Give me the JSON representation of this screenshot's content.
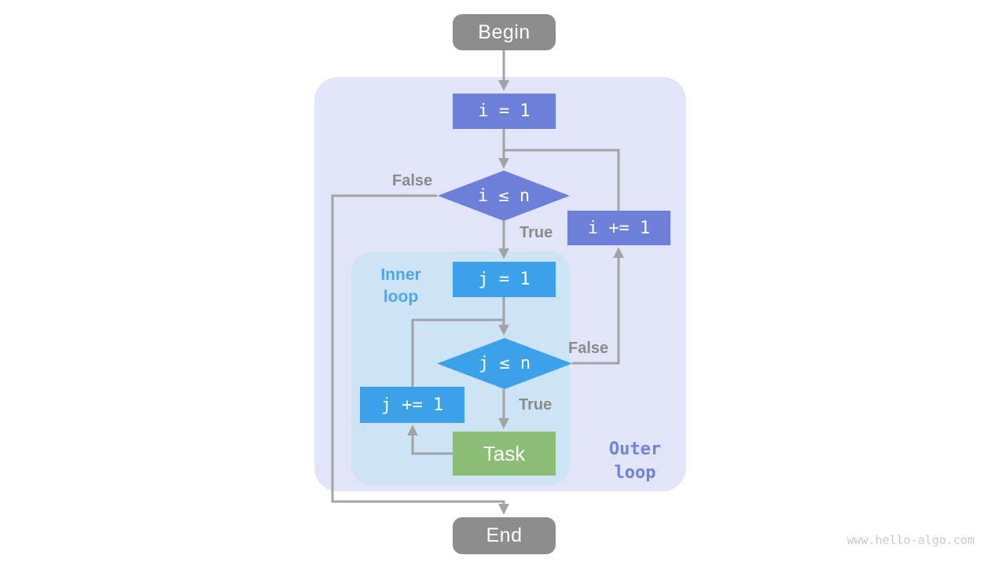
{
  "nodes": {
    "begin": "Begin",
    "init_i": "i = 1",
    "cond_i": "i ≤ n",
    "inc_i": "i += 1",
    "init_j": "j = 1",
    "cond_j": "j ≤ n",
    "inc_j": "j += 1",
    "task": "Task",
    "end": "End"
  },
  "edge_labels": {
    "outer_false": "False",
    "outer_true": "True",
    "inner_false": "False",
    "inner_true": "True"
  },
  "regions": {
    "inner_label": "Inner loop",
    "outer_label": "Outer loop"
  },
  "watermark": "www.hello-algo.com",
  "colors": {
    "outer_region_bg": "#e2e5f8",
    "inner_region_bg": "#cde4f7",
    "terminal_node_bg": "#8d8d8d",
    "outer_loop_node_bg": "#6c80d9",
    "inner_loop_node_bg": "#3ba2e9",
    "task_node_bg": "#8bbe74",
    "connector_stroke": "#a3a3a3",
    "edge_label_text": "#8a8a8a",
    "inner_region_label_text": "#4ba6ec",
    "outer_region_label_text": "#6f83dc",
    "watermark_text": "#c9c9c9"
  }
}
